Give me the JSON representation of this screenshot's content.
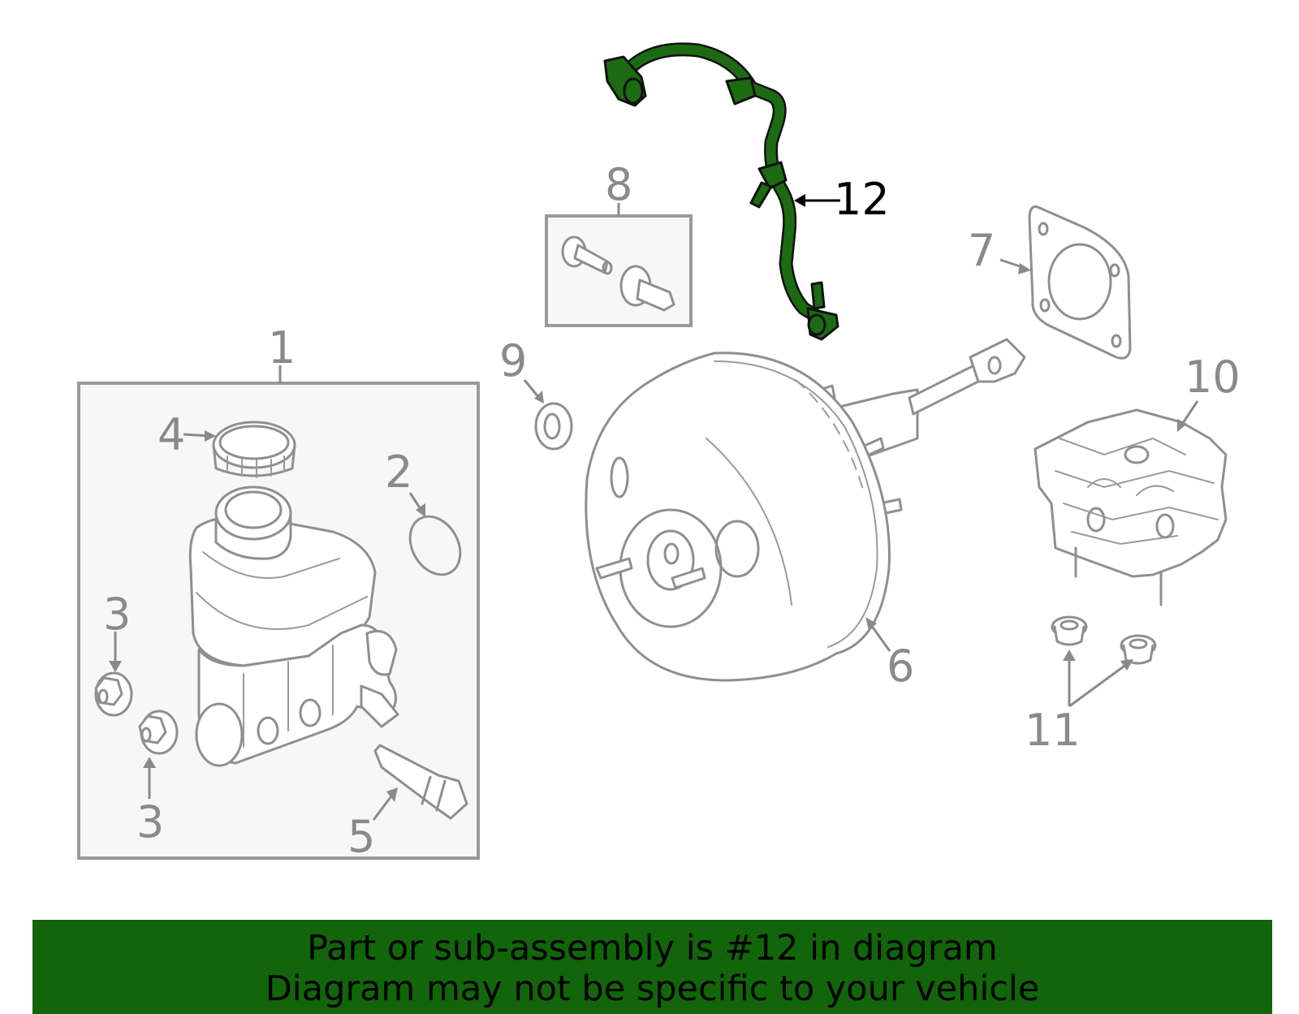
{
  "diagram": {
    "callouts": {
      "c1": "1",
      "c2": "2",
      "c3a": "3",
      "c3b": "3",
      "c4": "4",
      "c5": "5",
      "c6": "6",
      "c7": "7",
      "c8": "8",
      "c9": "9",
      "c10": "10",
      "c11": "11",
      "c12": "12"
    },
    "highlight_color": "#1c6b12"
  },
  "banner": {
    "line1": "Part or sub-assembly is #12 in diagram",
    "line2": "Diagram may not be specific to your vehicle",
    "background": "#12650a"
  }
}
